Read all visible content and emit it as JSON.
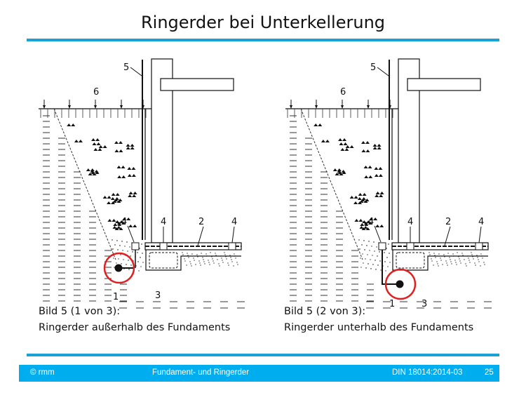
{
  "title": "Ringerder bei Unterkellerung",
  "figures": [
    {
      "caption_line1": "Bild 5 (1 von 3):",
      "caption_line2": "Ringerder außerhalb des Fundaments",
      "labels": {
        "l1": "1",
        "l2": "2",
        "l3": "3",
        "l4a": "4",
        "l4b": "4",
        "l4c": "4",
        "l5": "5",
        "l6": "6"
      }
    },
    {
      "caption_line1": "Bild 5 (2 von 3):",
      "caption_line2": "Ringerder unterhalb des Fundaments",
      "labels": {
        "l1": "1",
        "l2": "2",
        "l3": "3",
        "l4a": "4",
        "l4b": "4",
        "l4c": "4",
        "l5": "5",
        "l6": "6"
      }
    }
  ],
  "footer": {
    "copyright": "© rmm",
    "topic": "Fundament- und Ringerder",
    "standard": "DIN 18014:2014-03",
    "page": "25"
  },
  "colors": {
    "accent": "#00aeef",
    "highlight": "#e02020"
  }
}
